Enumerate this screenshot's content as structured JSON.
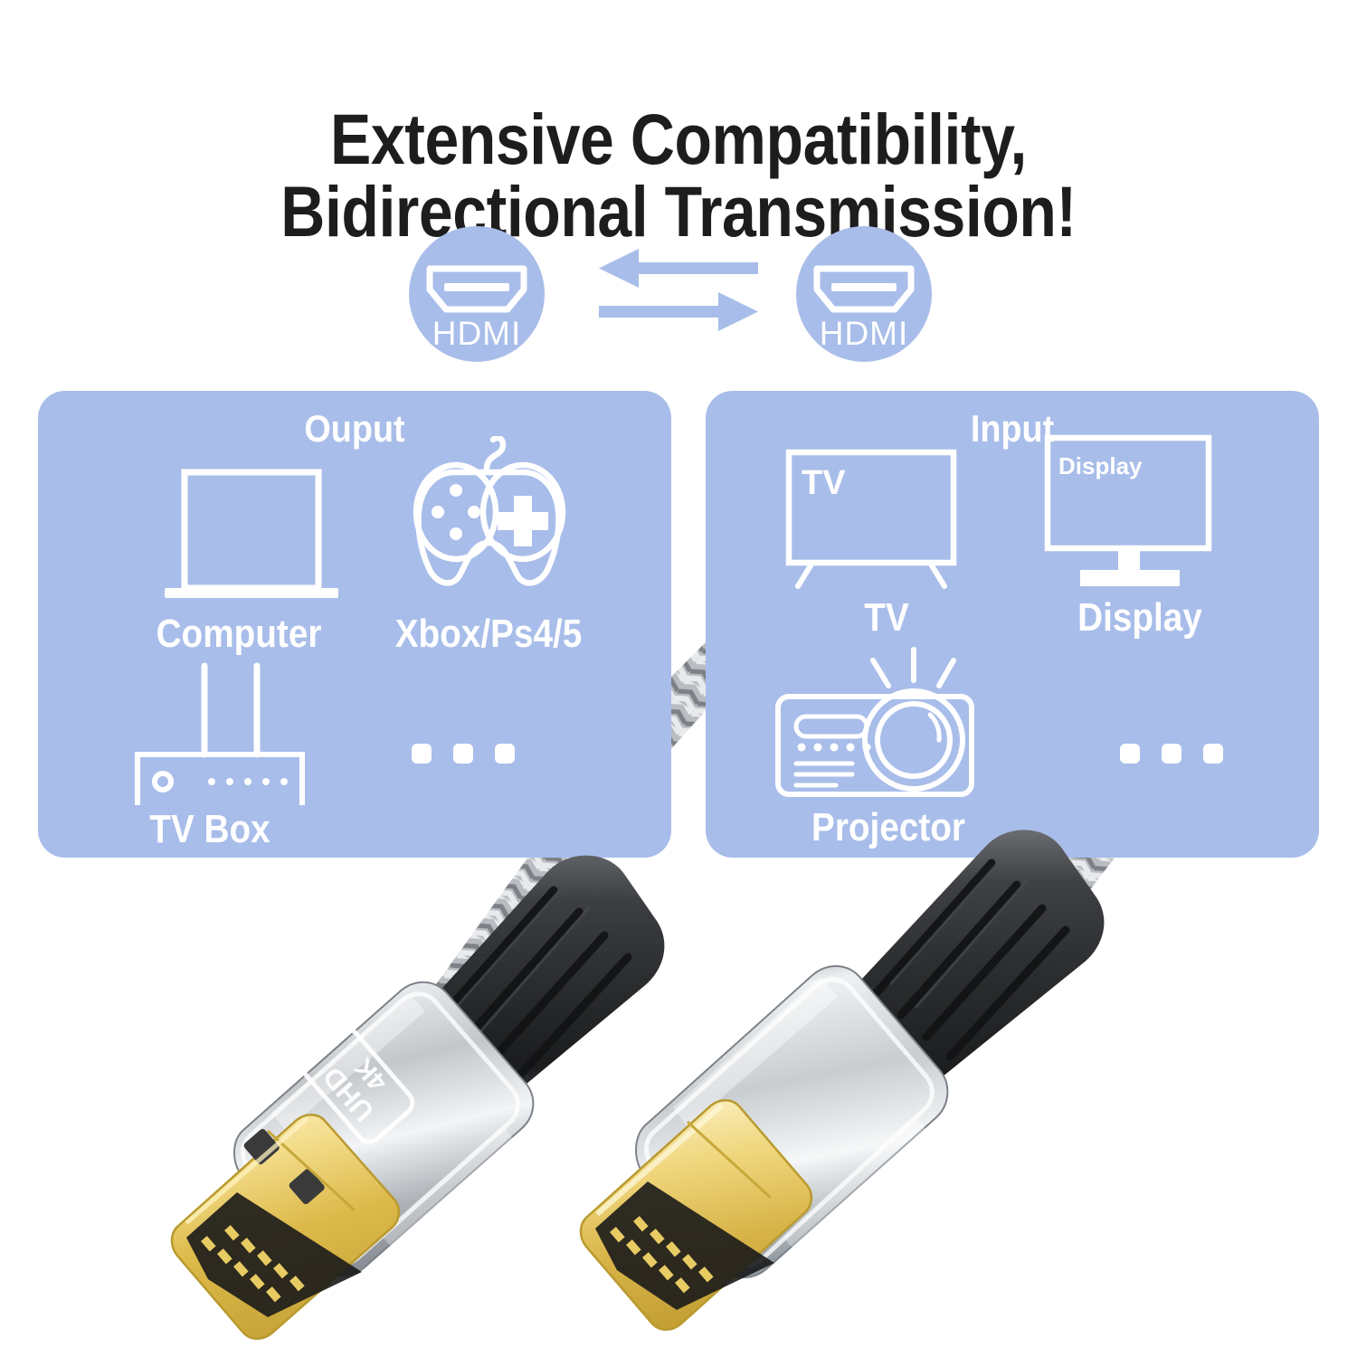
{
  "title": {
    "line1": "Extensive Compatibility,",
    "line2": "Bidirectional Transmission!",
    "color": "#1d1d1d"
  },
  "colors": {
    "accent_blue": "#a8bde9",
    "icon_white": "#ffffff",
    "connector_silver": "#b9bcc0",
    "connector_gold": "#e8c85a",
    "boot_black": "#2b2b2d",
    "braid_gray": "#9a9ea3"
  },
  "hdmi_badges": [
    {
      "name": "hdmi-left",
      "label": "HDMI"
    },
    {
      "name": "hdmi-right",
      "label": "HDMI"
    }
  ],
  "arrows": [
    {
      "name": "arrow-left",
      "direction": "left"
    },
    {
      "name": "arrow-right",
      "direction": "right"
    }
  ],
  "panels": [
    {
      "id": "output",
      "title": "Ouput",
      "items": [
        {
          "icon": "laptop-icon",
          "label": "Computer"
        },
        {
          "icon": "gamepad-icon",
          "label": "Xbox/Ps4/5"
        },
        {
          "icon": "router-icon",
          "label": "TV Box"
        },
        {
          "icon": "ellipsis-icon",
          "label": ""
        }
      ]
    },
    {
      "id": "input",
      "title": "Input",
      "items": [
        {
          "icon": "tv-icon",
          "label": "TV",
          "inner_text": "TV"
        },
        {
          "icon": "monitor-icon",
          "label": "Display",
          "inner_text": "Display"
        },
        {
          "icon": "projector-icon",
          "label": "Projector"
        },
        {
          "icon": "ellipsis-icon",
          "label": ""
        }
      ]
    }
  ],
  "product": {
    "connector_badge": {
      "line1": "UHD",
      "line2": "4K"
    },
    "left_connector": "hdmi-male-plug-with-4k-uhd-badge",
    "right_connector": "hdmi-male-plug-plain"
  }
}
